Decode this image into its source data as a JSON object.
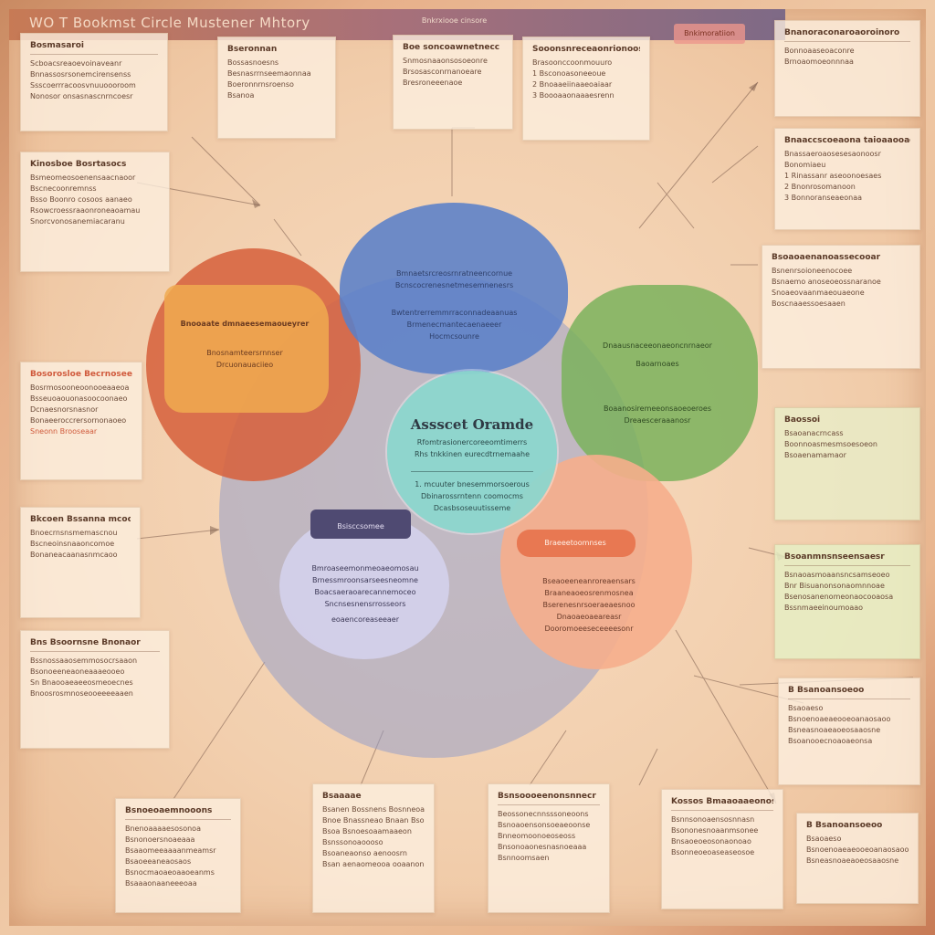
{
  "header": {
    "title": "WO T Bookmst Circle Mustener Mhtory"
  },
  "tag_top_right": "Bnkimoratiion",
  "top_strip_label": "Bnkrxiooe cinsore",
  "center": {
    "title": "Assscet Oramde",
    "lines": [
      "Rfomtrasionercoreeomtimerrs",
      "Rhs tnkkinen eurecdtrnemaahe",
      "1. mcuuter bnesemmorsoerous",
      "Dbinarossrntenn coomocms",
      "Dcasbsoseuutisseme"
    ]
  },
  "blue_blob": {
    "lines": [
      "Bmnaetsrcreosrnratneencornue",
      "Bcnscocrenesnetmesemnenesrs",
      "Bwtentrerremmrraconnadeaanuas",
      "Brmenecmantecaenaeeer",
      "Hocmcsounre"
    ]
  },
  "orange_blob": {
    "title": "Bnooaate dmnaeesemaoueyrer",
    "lines": [
      "Bnosnamteersrnnser",
      "Drcuonauaciieo"
    ]
  },
  "green_blob": {
    "lines": [
      "Dnaausnaceeonaeoncnrnaeor",
      "Baoarnoaes",
      "Boaanosiremeeonsaoeoeroes",
      "Dreaesceraaanosr"
    ]
  },
  "purple_blob": {
    "label": "Bsisccsomee",
    "lines": [
      "Bmroaseemonmeoaeomosau",
      "Brnessmroonsarseesneomne",
      "Boacsaeraoarecannemoceo",
      "Sncnsesnensrrosseors",
      "eoaencoreaseeaer"
    ]
  },
  "peach_blob": {
    "label": "Braeeetoomnses",
    "lines": [
      "Bseaoeeneanroreaensars",
      "Braaneaoeosrenmosnea",
      "Bserenesnrsoeraeaesnoo",
      "Dnaoaeoaeareasr",
      "Dooromoeeseceeeesonr"
    ]
  },
  "cards": [
    {
      "title": "Bosmasaroi",
      "lines": [
        "Scboacsreaoevoinaveanr",
        "Bnnassosrsonemcirensenss",
        "Ssscoerrracoosvnuuoooroom",
        "Nonosor onsasnascnrncoesr"
      ]
    },
    {
      "title": "Bseronnan",
      "lines": [
        "Bossasnoesns",
        "Besnasrrnseemaonnaa",
        "Boeronnrnsroenso",
        "Bsanoa"
      ]
    },
    {
      "title": "Boe soncoawnetnecc",
      "lines": [
        "Snmosnaaonsosoeonre",
        "Brsosasconrnanoeare",
        "Bresroneeenaoe"
      ]
    },
    {
      "title": "Sooonsnreceaonrionoosem",
      "lines": [
        "Brasoonccoonmouuro",
        "1 Bsconoasoneeoue",
        "2 Bnoaaeiinaaeoaiaar",
        "3 Boooaaonaaaesrenn"
      ]
    },
    {
      "title": "Bnanoraconaroaoroinoro",
      "lines": [
        "Bonnoaaseoaconre",
        "Brnoaomoeonnnaa"
      ]
    },
    {
      "title": "Bnaaccscoeaona taioaaooaeomos",
      "lines": [
        "Bnassaeroaosesesaonoosr",
        "Bonomiaeu",
        "1 Rinassanr aseoonoesaes",
        "2 Bnonrosomanoon",
        "3 Bonnoranseaeonaa"
      ]
    },
    {
      "title": "Kinosboe Bosrtasocs",
      "lines": [
        "Bsmeomeosoenensaacnaoor",
        "Bscnecoonremnss",
        "Bsso Boonro cosoos aanaeo",
        "Rsowcroessraaonroneaoamau",
        "Snorcvonosanemiacaranu"
      ]
    },
    {
      "title": "Bsoaoaenanoassecooar",
      "lines": [
        "Bsnenrsoioneenocoee",
        "Bsnaemo anoseoeossnaranoe",
        "Snoaeovaanmaeouaeone",
        "Boscnaaessoesaaen"
      ]
    },
    {
      "title": "Bosorosloe Becrnoseeam",
      "lines": [
        "Bosrmosooneoonooeaaeoa",
        "Bsseuoaouonasoocoonaeo",
        "Dcnaesnorsnasnor",
        "Bonaeeroccrersornonaoeo",
        "Sneonn Brooseaar"
      ]
    },
    {
      "title": "Baossoi",
      "lines": [
        "Bsaoanacrncass",
        "Boonnoasmesmsoesoeon",
        "Bsoaenamamaor"
      ]
    },
    {
      "title": "Bkcoen Bssanna mcoc",
      "lines": [
        "Bnoecrnsnsmemascnou",
        "Bscneoinsnaaoncomoe",
        "Bonaneacaanasnmcaoo"
      ]
    },
    {
      "title": "Bsoanmnsnseensaesr",
      "lines": [
        "Bsnaoasmoaansncsamseoeo",
        "Bnr Bisuanonsonaomnnoae",
        "Bsenosanenomeonaocooaosa",
        "Bssnmaeeinoumoaao"
      ]
    },
    {
      "title": "Bns Bsoornsne Bnonaor",
      "lines": [
        "Bssnossaaosemmosocrsaaon",
        "Bsonoeeneaoneaaaeooeo",
        "Sn Bnaooaeaeeosmeoecnes",
        "Bnoosrosmnoseooeeeeaaen"
      ]
    },
    {
      "title": "Bsnoeoaemnooons",
      "lines": [
        "Bnenoaaaaesosonoa",
        "Bsnonoersnoaeaaa",
        "Bsaaomeeaaaanmeamsr",
        "Bsaoeeaneaosaos",
        "Bsnocmaoaeoaaoeanms",
        "Bsaaaonaaneeeoaa"
      ]
    },
    {
      "title": "Bsaaaae",
      "lines": [
        "Bsanen Bossnens Bosnneoaeo",
        "Bnoe Bnassneao Bnaan Bso",
        "Bsoa Bsnoesoaamaaeon",
        "Bsnssonoaoooso",
        "Bsoaneaonso aenoosrn",
        "Bsan aenaomeooa ooaanon"
      ]
    },
    {
      "title": "Bsnsoooeenonsnnecr",
      "lines": [
        "Beossonecnnsssoneoons",
        "Bsnoaoensonsoeaeoonse",
        "Bnneomoonoeoseoss",
        "Bnsonoaonesnasnoeaaa",
        "Bsnnoomsaen"
      ]
    },
    {
      "title": "Kossos Bmaaoaaeonoss",
      "lines": [
        "Bsnnsonoaensosnnasn",
        "Bsononesnoaanmsonee",
        "Bnsaoeoeosonaonoao",
        "Bsonneoeoaseaseosoe"
      ]
    },
    {
      "title": "B Bsanoansoeoo",
      "lines": [
        "Bsaoaeso",
        "Bsnoenoaeaeooeoanaosaoo",
        "Bsneasnoaeaoeosaaosne",
        "Bsoanooecnoaoaeonsa"
      ]
    }
  ]
}
